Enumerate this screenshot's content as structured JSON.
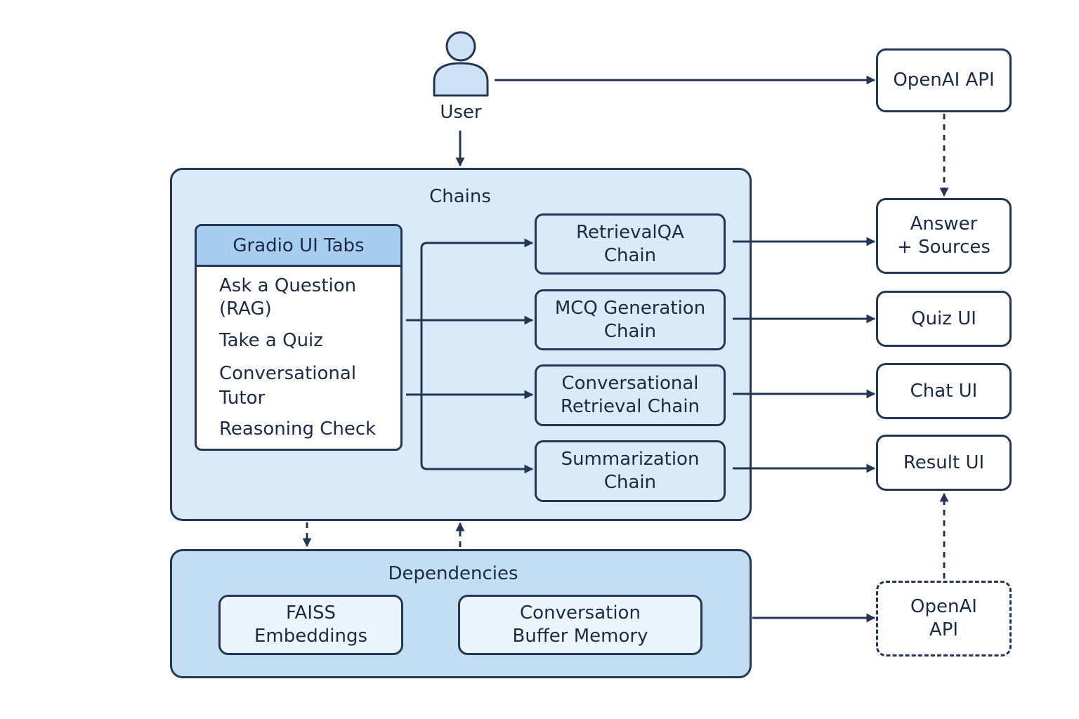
{
  "user": {
    "label": "User"
  },
  "openai_top": {
    "label": "OpenAI API"
  },
  "chains_panel": {
    "title": "Chains"
  },
  "tabs": {
    "header": "Gradio UI Tabs",
    "items": [
      {
        "line1": "Ask a Question",
        "line2": "(RAG)"
      },
      {
        "line1": "Take a Quiz",
        "line2": ""
      },
      {
        "line1": "Conversational",
        "line2": "Tutor"
      },
      {
        "line1": "Reasoning Check",
        "line2": ""
      }
    ]
  },
  "chains": [
    {
      "line1": "RetrievalQA",
      "line2": "Chain"
    },
    {
      "line1": "MCQ Generation",
      "line2": "Chain"
    },
    {
      "line1": "Conversational",
      "line2": "Retrieval Chain"
    },
    {
      "line1": "Summarization",
      "line2": "Chain"
    }
  ],
  "outputs": [
    {
      "line1": "Answer",
      "line2": "+ Sources"
    },
    {
      "line1": "Quiz UI",
      "line2": ""
    },
    {
      "line1": "Chat UI",
      "line2": ""
    },
    {
      "line1": "Result UI",
      "line2": ""
    }
  ],
  "dependencies": {
    "title": "Dependencies",
    "faiss": {
      "line1": "FAISS",
      "line2": "Embeddings"
    },
    "memory": {
      "line1": "Conversation",
      "line2": "Buffer Memory"
    }
  },
  "openai_bottom": {
    "line1": "OpenAI",
    "line2": "API"
  },
  "colors": {
    "stroke": "#243655",
    "panel_fill": "#d9eaf8",
    "deps_fill": "#c3ddf3",
    "tab_header": "#a9cdee",
    "user_fill": "#cfe2f5"
  }
}
